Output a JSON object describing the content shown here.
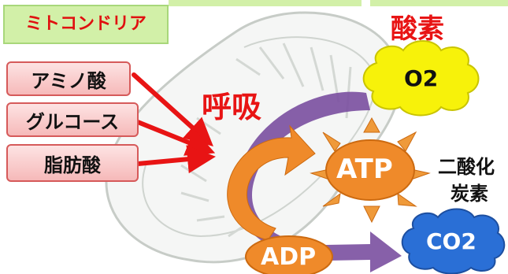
{
  "title": "ミトコンドリア",
  "inputs": [
    "アミノ酸",
    "グルコース",
    "脂肪酸"
  ],
  "process_label": "呼吸",
  "oxygen_label": "酸素",
  "o2_formula": "O2",
  "atp_label": "ATP",
  "adp_label": "ADP",
  "co2_label_line1": "二酸化",
  "co2_label_line2": "炭素",
  "co2_formula": "CO2",
  "colors": {
    "red": "#e81414",
    "orange": "#ef8a2a",
    "purple": "#7a4fa0",
    "yellow": "#f7f20a",
    "blue": "#2a6fd6",
    "pink": "#f6b9b9",
    "green": "#d2f0a8"
  }
}
